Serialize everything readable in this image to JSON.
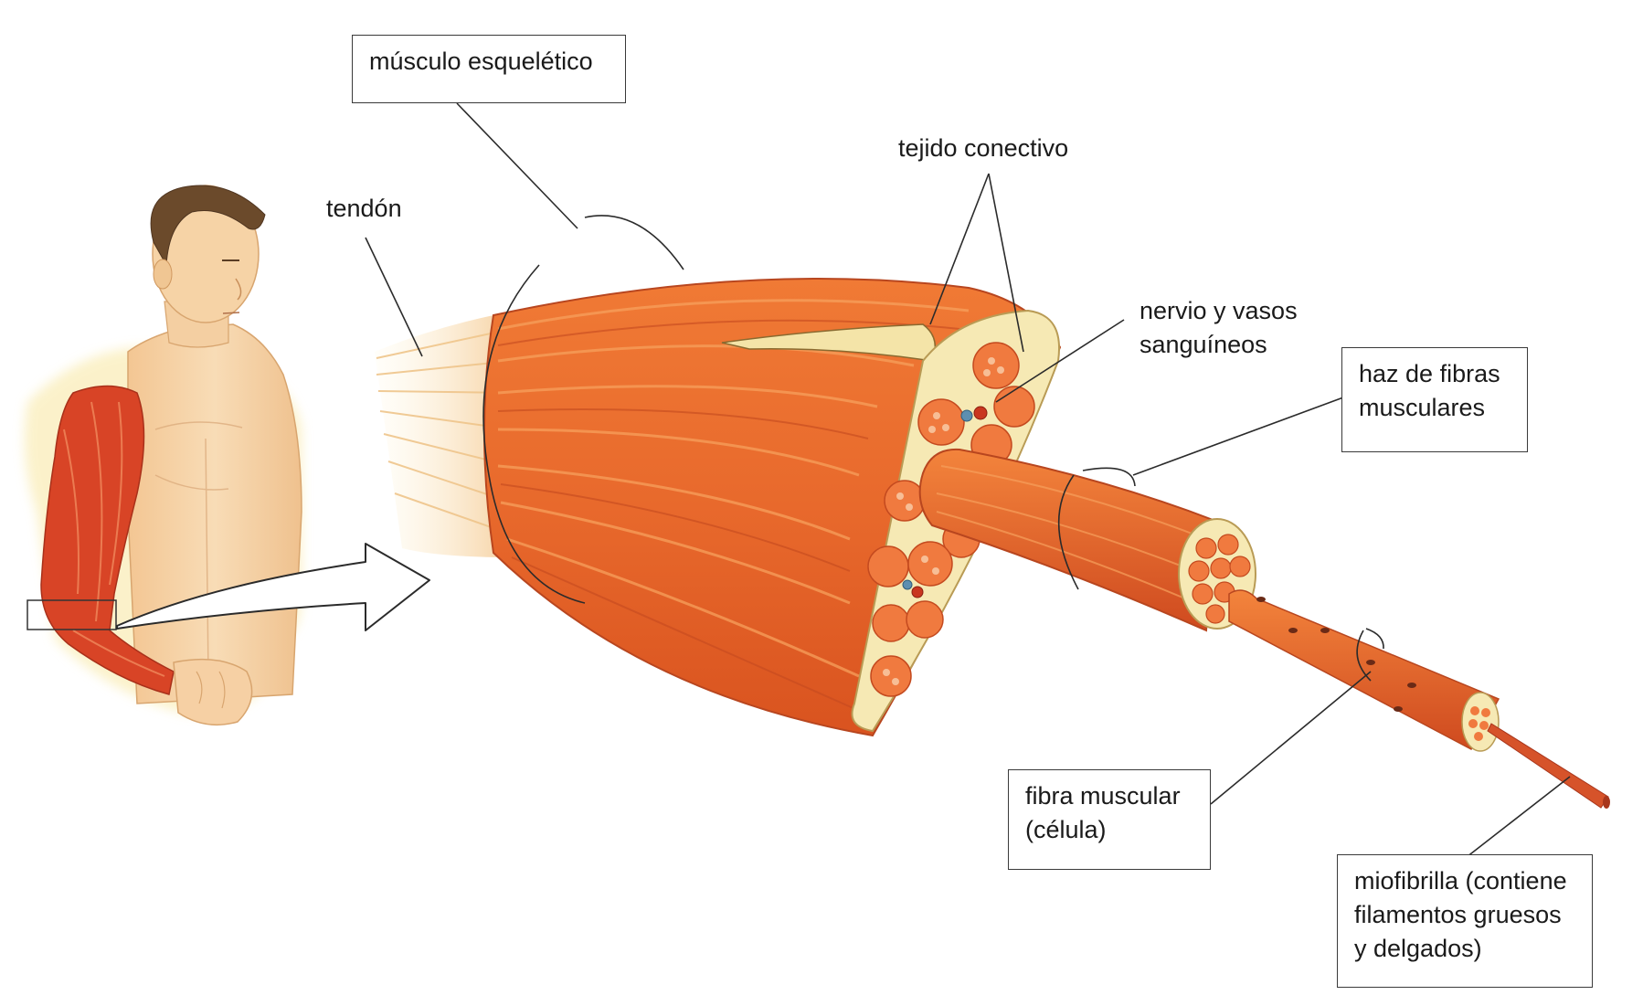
{
  "labels": {
    "skeletal_muscle": "músculo esquelético",
    "tendon": "tendón",
    "connective_tissue": "tejido conectivo",
    "nerve_vessels": "nervio y vasos\nsanguíneos",
    "fascicle": "haz de fibras\nmusculares",
    "muscle_fiber": "fibra muscular\n(célula)",
    "myofibril": "miofibrilla (contiene\nfilamentos gruesos\ny delgados)"
  },
  "colors": {
    "muscle": "#e8692c",
    "muscle_dark": "#c9431c",
    "muscle_light": "#f6a15a",
    "connective": "#f6e9b4",
    "fiber_dot": "#e05a38",
    "skin": "#f6d0a4",
    "hair": "#6b4a2b",
    "leader_line": "#2b2b2b"
  },
  "icons": {
    "arrow": "magnify-arrow-icon",
    "figure": "human-figure-illustration"
  }
}
